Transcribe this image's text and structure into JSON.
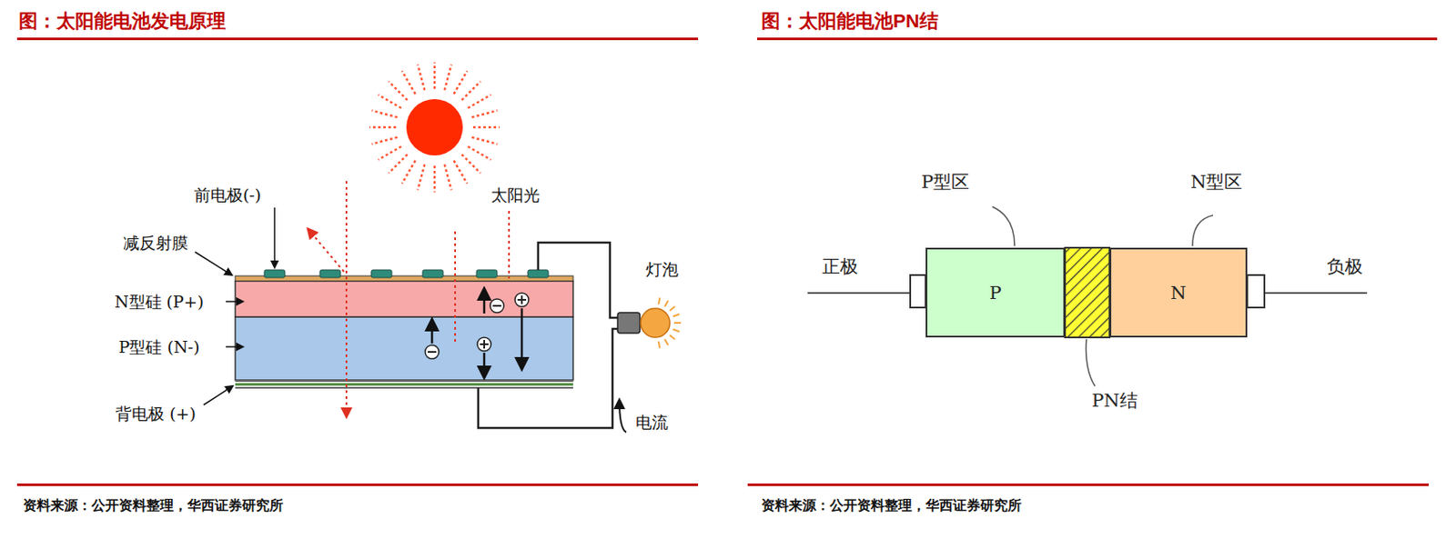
{
  "diagram": {
    "nodes": [
      {
        "text": [
          "P"
        ]
      },
      {
        "text": [
          "N"
        ]
      }
    ],
    "labels": [
      "图：太阳能电池发电原理",
      "图：太阳能电池PN结",
      "前电极(-)",
      "太阳光",
      "减反射膜",
      "N型硅 (P+)",
      "P型硅 (N-)",
      "背电极 (+)",
      "灯泡",
      "电流",
      "P型区",
      "N型区",
      "正极",
      "负极",
      "PN结",
      "资料来源：公开资料整理，华西证券研究所",
      "资料来源：公开资料整理，华西证券研究所"
    ]
  }
}
